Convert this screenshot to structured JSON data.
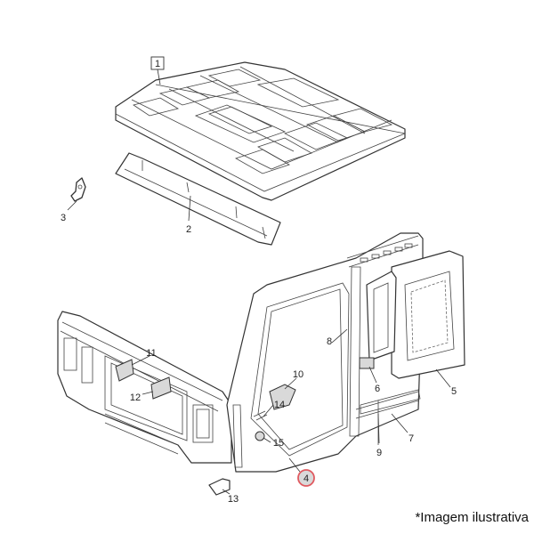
{
  "callouts": {
    "c1": "1",
    "c2": "2",
    "c3": "3",
    "c4": "4",
    "c5": "5",
    "c6": "6",
    "c7": "7",
    "c8": "8",
    "c9": "9",
    "c10": "10",
    "c11": "11",
    "c12": "12",
    "c13": "13",
    "c14": "14",
    "c15": "15"
  },
  "highlight_color": "#e05a60",
  "caption": "*Imagem ilustrativa"
}
